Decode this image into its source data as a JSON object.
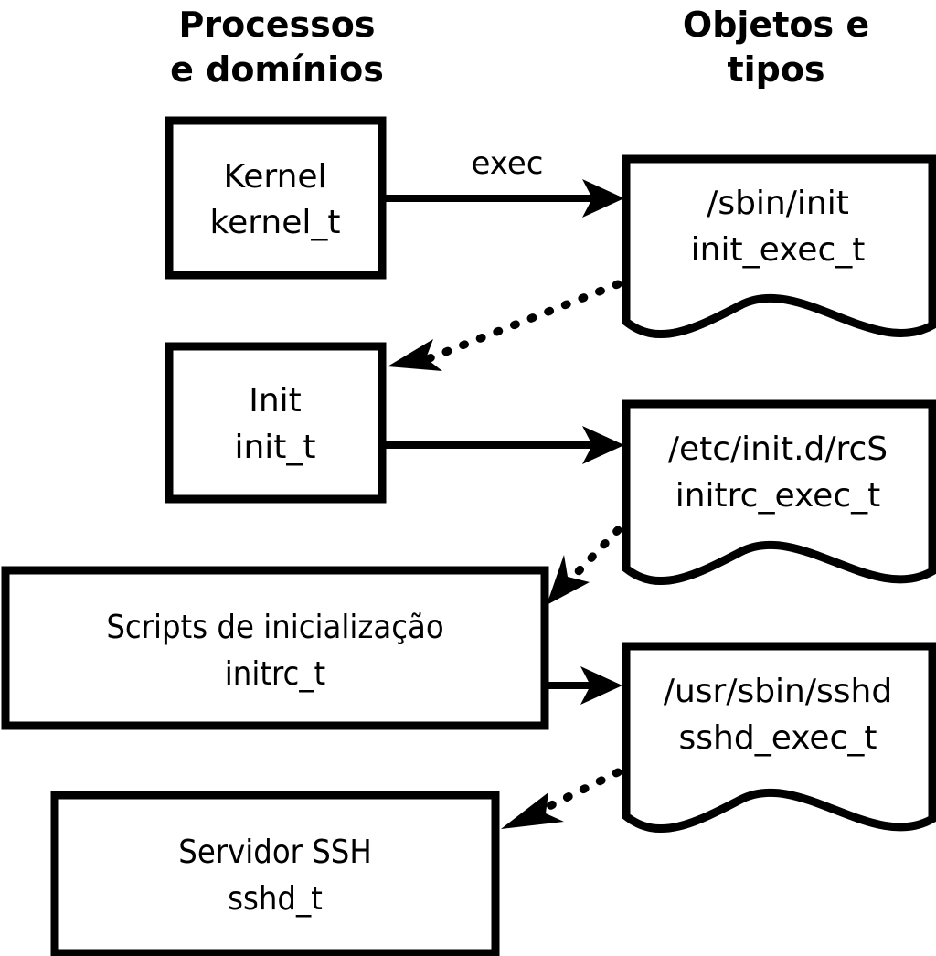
{
  "diagram": {
    "title_columns": [
      {
        "id": "processes",
        "line1": "Processos",
        "line2": "e domínios"
      },
      {
        "id": "objects",
        "line1": "Objetos e",
        "line2": "tipos"
      }
    ],
    "colors": {
      "stroke": "#000000",
      "fill": "#ffffff",
      "text": "#000000"
    },
    "process_nodes": [
      {
        "id": "kernel",
        "name": "Kernel",
        "type": "kernel_t"
      },
      {
        "id": "init",
        "name": "Init",
        "type": "init_t"
      },
      {
        "id": "initrc",
        "name": "Scripts de inicialização",
        "type": "initrc_t"
      },
      {
        "id": "sshd",
        "name": "Servidor SSH",
        "type": "sshd_t"
      }
    ],
    "object_nodes": [
      {
        "id": "init_exec",
        "path": "/sbin/init",
        "type": "init_exec_t"
      },
      {
        "id": "initrc_exec",
        "path": "/etc/init.d/rcS",
        "type": "initrc_exec_t"
      },
      {
        "id": "sshd_exec",
        "path": "/usr/sbin/sshd",
        "type": "sshd_exec_t"
      }
    ],
    "edges": [
      {
        "id": "kernel-to-init-exec",
        "from": "kernel",
        "to": "init_exec",
        "style": "solid",
        "label": "exec"
      },
      {
        "id": "init-exec-to-init",
        "from": "init_exec",
        "to": "init",
        "style": "dotted",
        "label": ""
      },
      {
        "id": "init-to-initrc-exec",
        "from": "init",
        "to": "initrc_exec",
        "style": "solid",
        "label": ""
      },
      {
        "id": "initrc-exec-to-initrc",
        "from": "initrc_exec",
        "to": "initrc",
        "style": "dotted",
        "label": ""
      },
      {
        "id": "initrc-to-sshd-exec",
        "from": "initrc",
        "to": "sshd_exec",
        "style": "solid",
        "label": ""
      },
      {
        "id": "sshd-exec-to-sshd",
        "from": "sshd_exec",
        "to": "sshd",
        "style": "dotted",
        "label": ""
      }
    ]
  }
}
